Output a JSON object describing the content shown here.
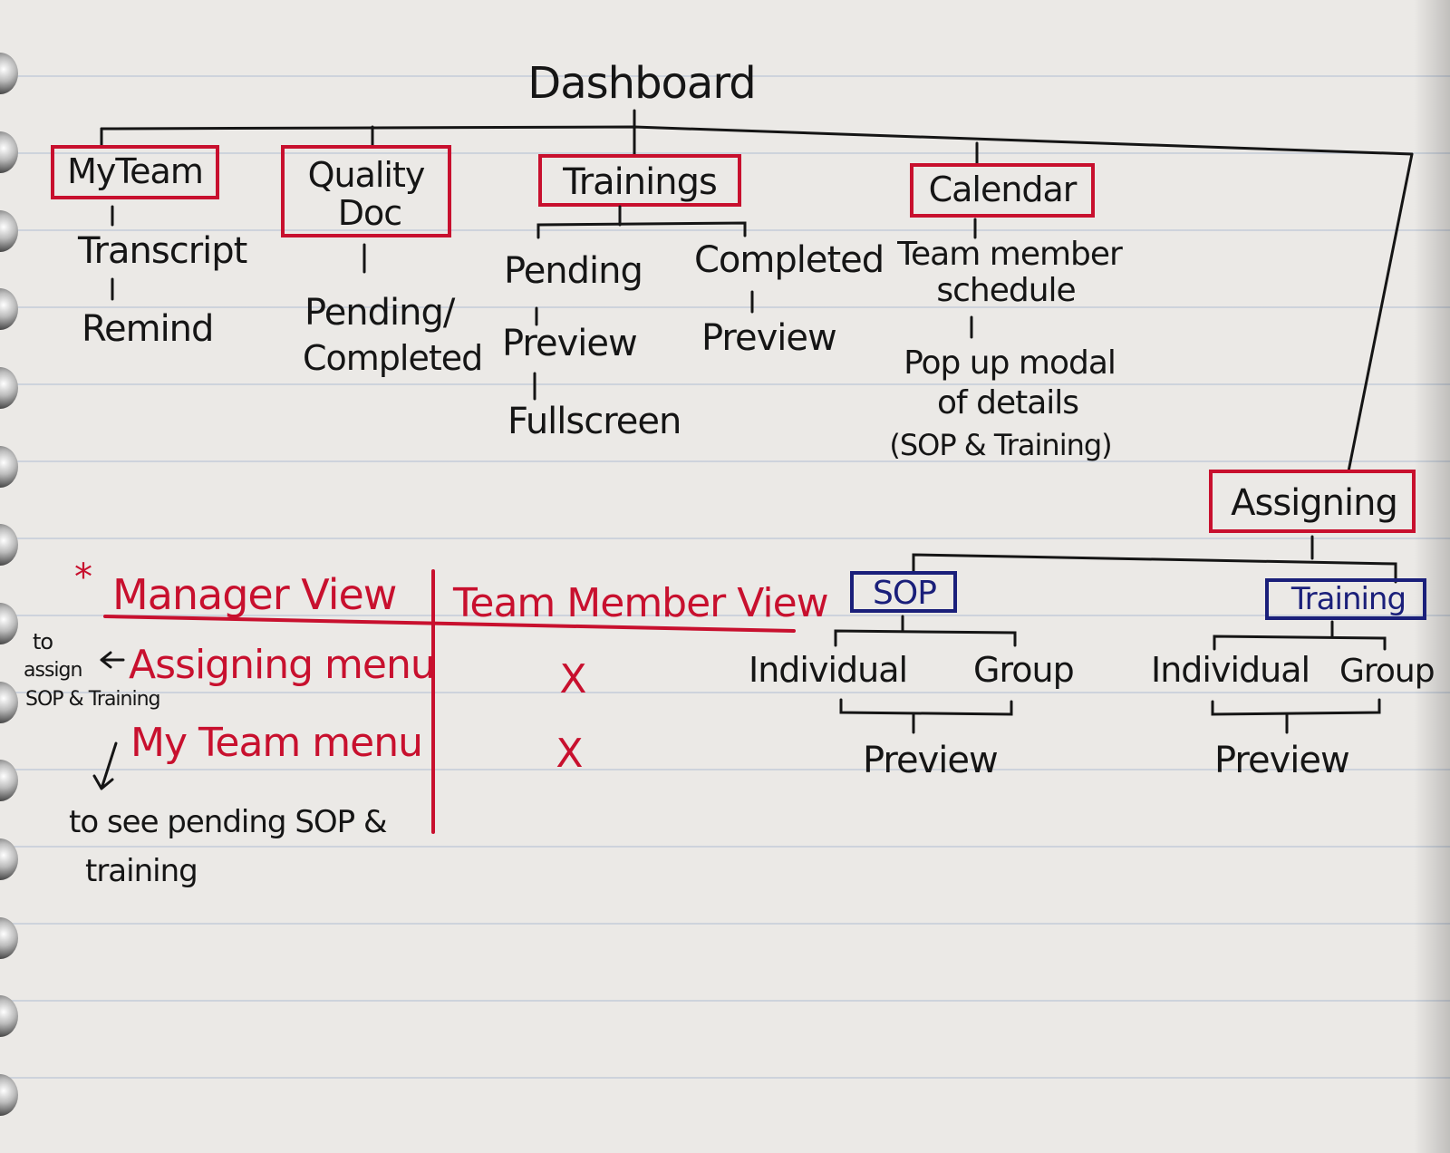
{
  "dashboard": "Dashboard",
  "nodes": {
    "my_team": "MyTeam",
    "quality_doc_line1": "Quality",
    "quality_doc_line2": "Doc",
    "trainings": "Trainings",
    "calendar": "Calendar",
    "assigning": "Assigning"
  },
  "my_team_children": [
    "Transcript",
    "Remind"
  ],
  "quality_doc_children": [
    "Pending/",
    "Completed"
  ],
  "trainings_children": {
    "pending": "Pending",
    "pending_preview": "Preview",
    "fullscreen": "Fullscreen",
    "completed": "Completed",
    "completed_preview": "Preview"
  },
  "calendar_children": {
    "schedule_line1": "Team member",
    "schedule_line2": "schedule",
    "modal_line1": "Pop up modal",
    "modal_line2": "of details",
    "modal_line3": "(SOP & Training)"
  },
  "assigning_children": {
    "sop": "SOP",
    "training": "Training",
    "sop_individual": "Individual",
    "sop_group": "Group",
    "sop_preview": "Preview",
    "training_individual": "Individual",
    "training_group": "Group",
    "training_preview": "Preview"
  },
  "views": {
    "asterisk": "*",
    "manager_header": "Manager View",
    "team_member_header": "Team Member View",
    "assigning_menu": "Assigning menu",
    "my_team_menu": "My Team menu",
    "x_mark_1": "X",
    "x_mark_2": "X",
    "assign_note_1": "to",
    "assign_note_2": "assign",
    "assign_note_3": "SOP & Training",
    "pending_note_1": "to see pending SOP &",
    "pending_note_2": "training"
  },
  "colors": {
    "ink": "#151515",
    "red": "#c8102e",
    "blue": "#1a1f7a"
  }
}
